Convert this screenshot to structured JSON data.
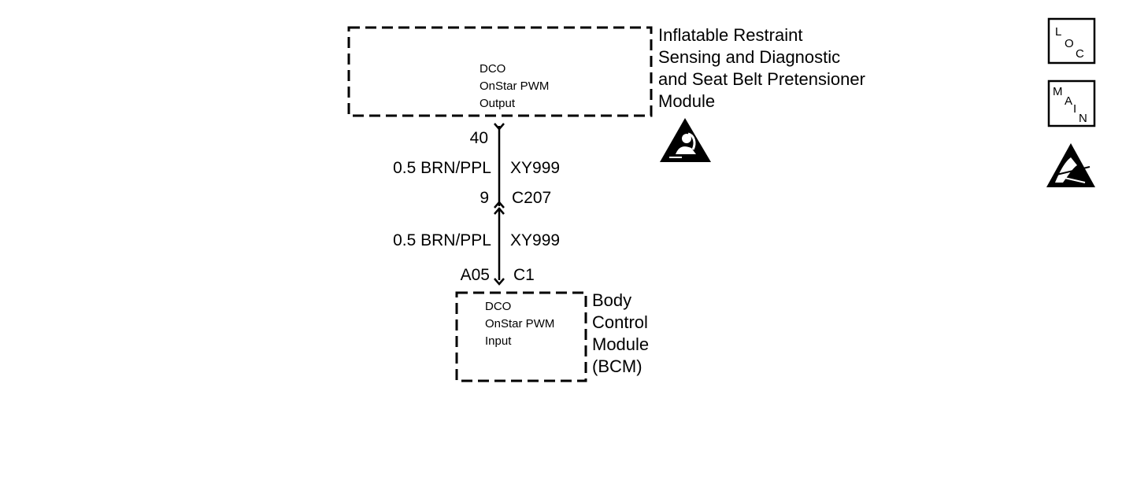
{
  "upper_module": {
    "name_lines": [
      "Inflatable Restraint",
      "Sensing and Diagnostic",
      "and Seat Belt Pretensioner",
      "Module"
    ],
    "signal_lines": [
      "DCO",
      "OnStar PWM",
      "Output"
    ],
    "pin": "40",
    "icon": "airbag-warning-icon"
  },
  "wire_upper": {
    "gauge_color": "0.5 BRN/PPL",
    "circuit": "XY999"
  },
  "connector": {
    "pin": "9",
    "name": "C207"
  },
  "wire_lower": {
    "gauge_color": "0.5 BRN/PPL",
    "circuit": "XY999"
  },
  "lower_module": {
    "pin": "A05",
    "connector": "C1",
    "signal_lines": [
      "DCO",
      "OnStar PWM",
      "Input"
    ],
    "name_lines": [
      "Body",
      "Control",
      "Module",
      "(BCM)"
    ]
  },
  "side_icons": {
    "loc": [
      "L",
      "O",
      "C"
    ],
    "main": [
      "M",
      "A",
      "I",
      "N"
    ],
    "esd": "esd-warning-icon"
  }
}
